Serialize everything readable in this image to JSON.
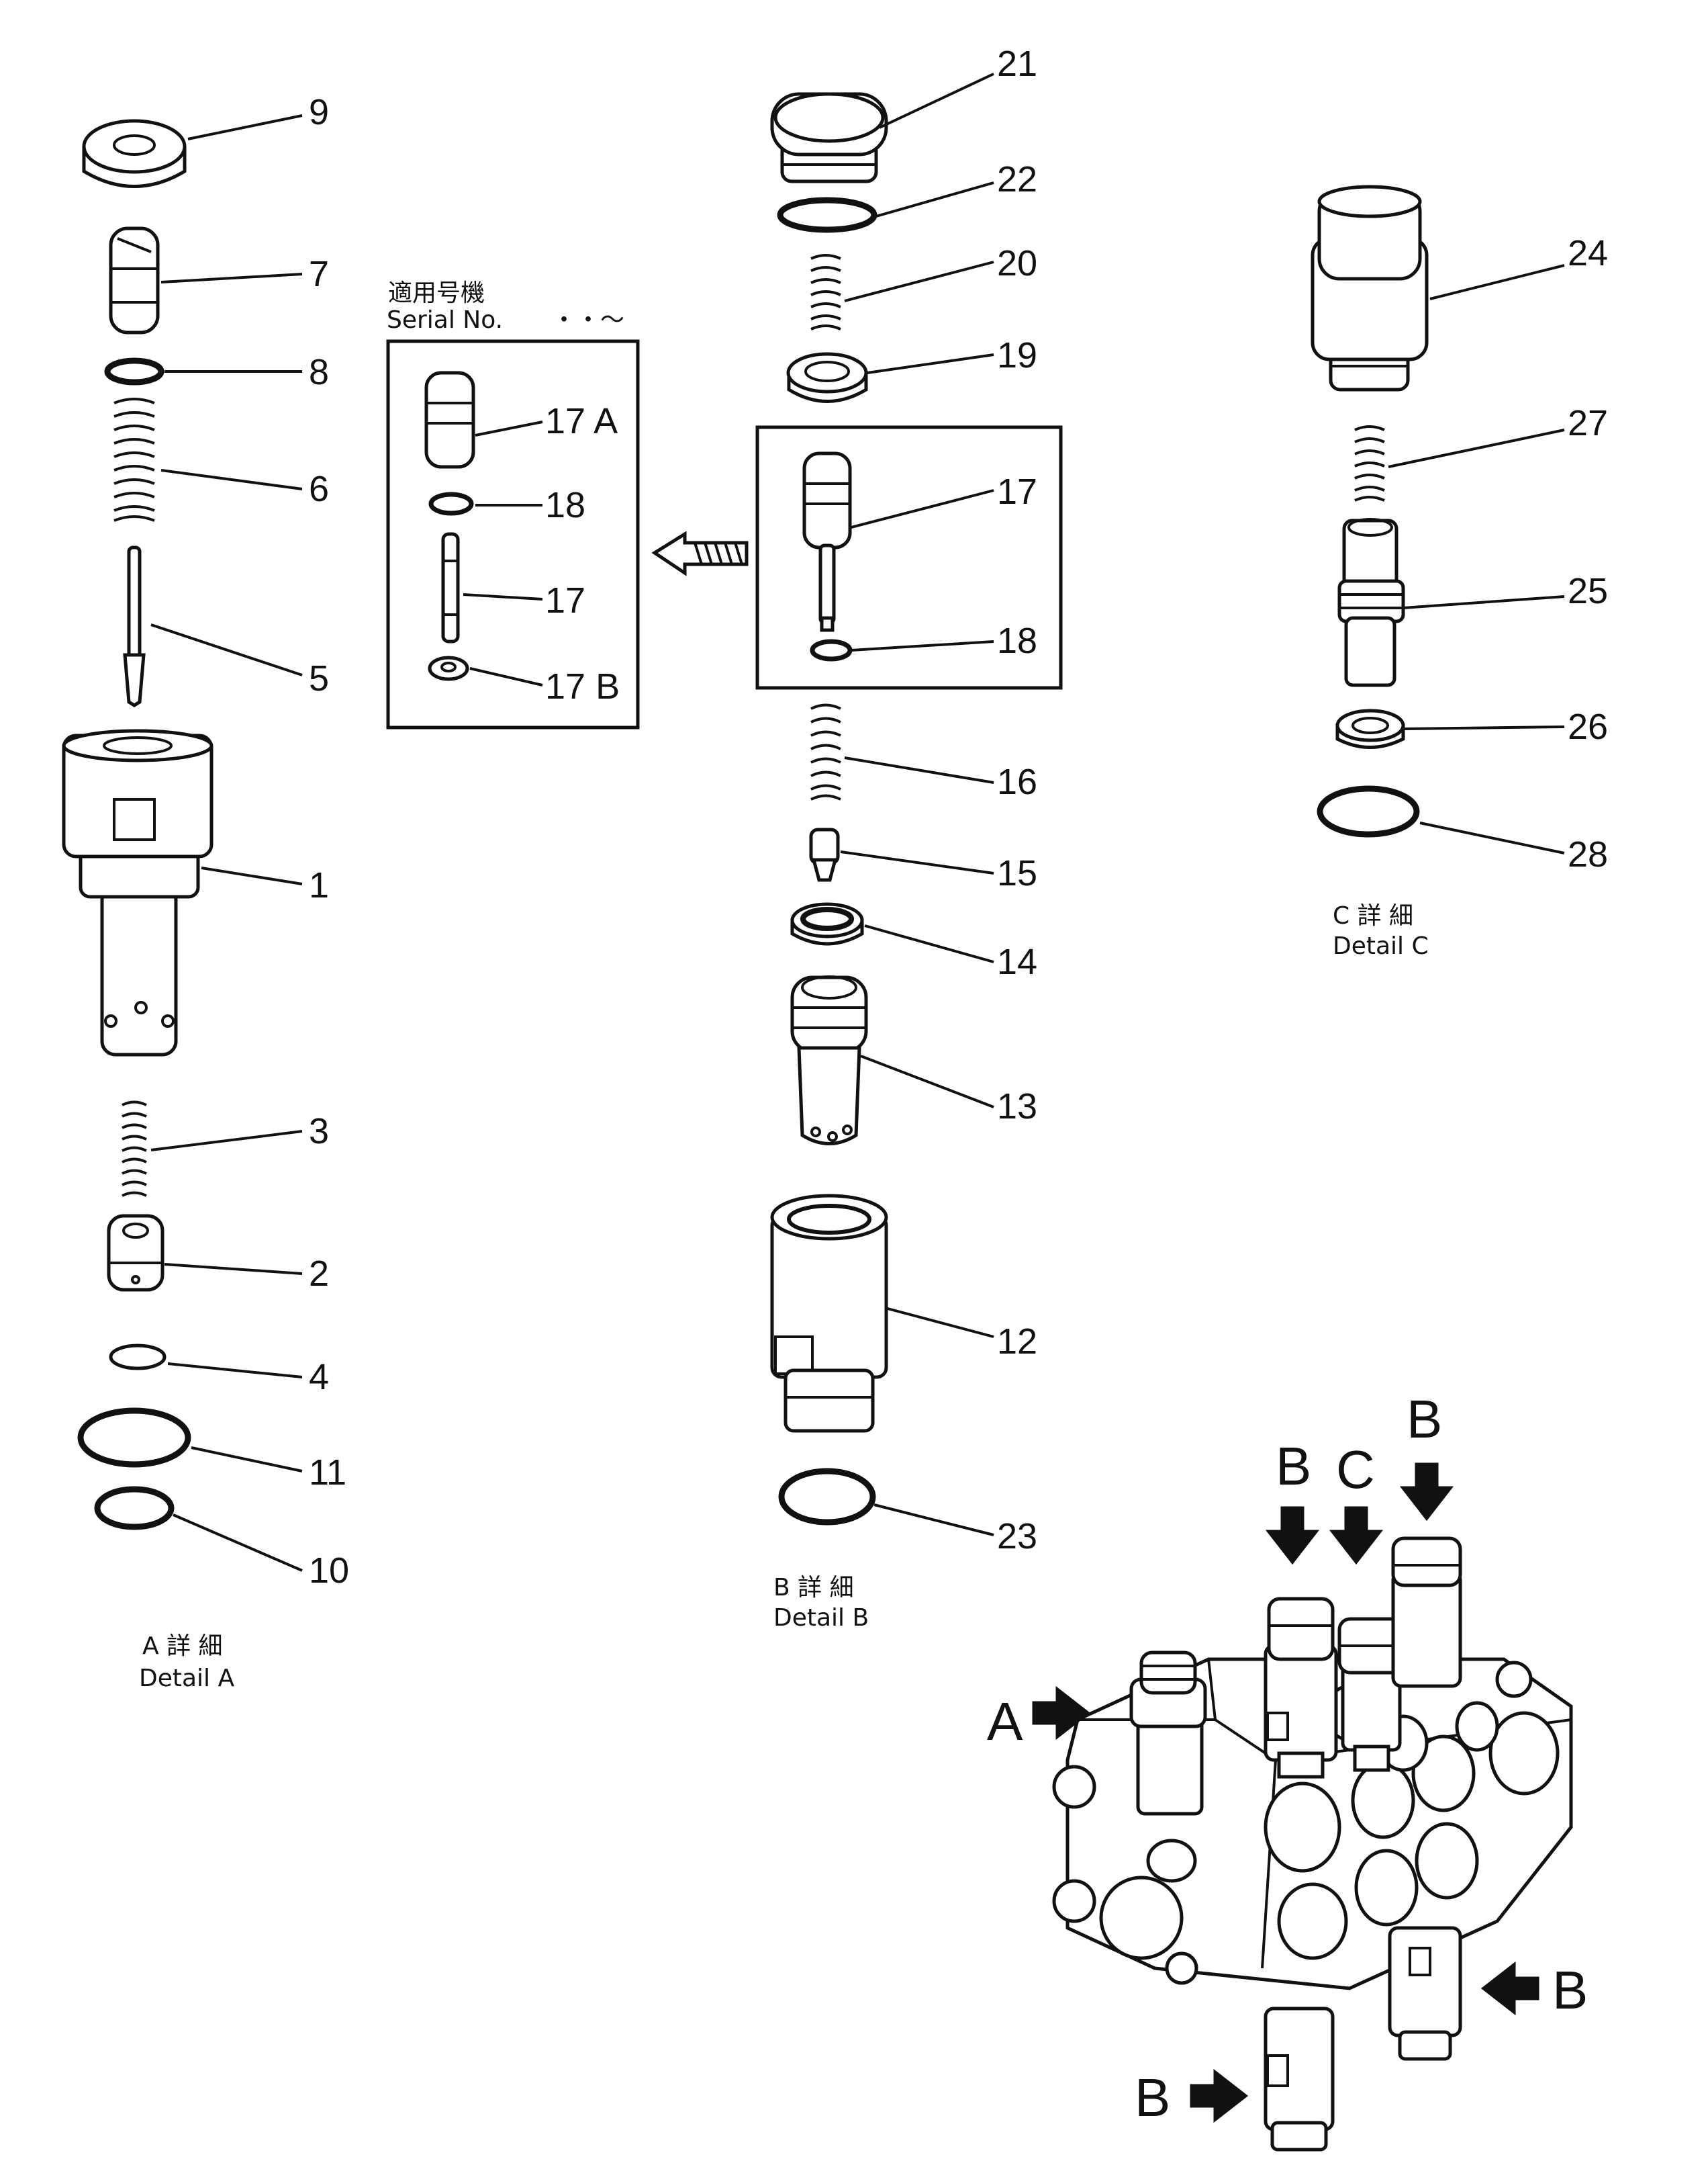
{
  "detail_a": {
    "caption_jp": "A 詳 細",
    "caption_en": "Detail A",
    "labels": [
      "9",
      "7",
      "8",
      "6",
      "5",
      "1",
      "3",
      "2",
      "4",
      "11",
      "10"
    ]
  },
  "serial_box": {
    "title_jp": "適用号機",
    "title_en": "Serial  No.",
    "range": "・・～",
    "labels": [
      "17 A",
      "18",
      "17",
      "17 B"
    ]
  },
  "detail_b": {
    "caption_jp": "B 詳 細",
    "caption_en": "Detail B",
    "labels": [
      "21",
      "22",
      "20",
      "19",
      "17",
      "18",
      "16",
      "15",
      "14",
      "13",
      "12",
      "23"
    ]
  },
  "detail_c": {
    "caption_jp": "C 詳 細",
    "caption_en": "Detail C",
    "labels": [
      "24",
      "27",
      "25",
      "26",
      "28"
    ]
  },
  "assembly": {
    "pointers": [
      "B",
      "B",
      "C",
      "A",
      "B",
      "B"
    ]
  }
}
